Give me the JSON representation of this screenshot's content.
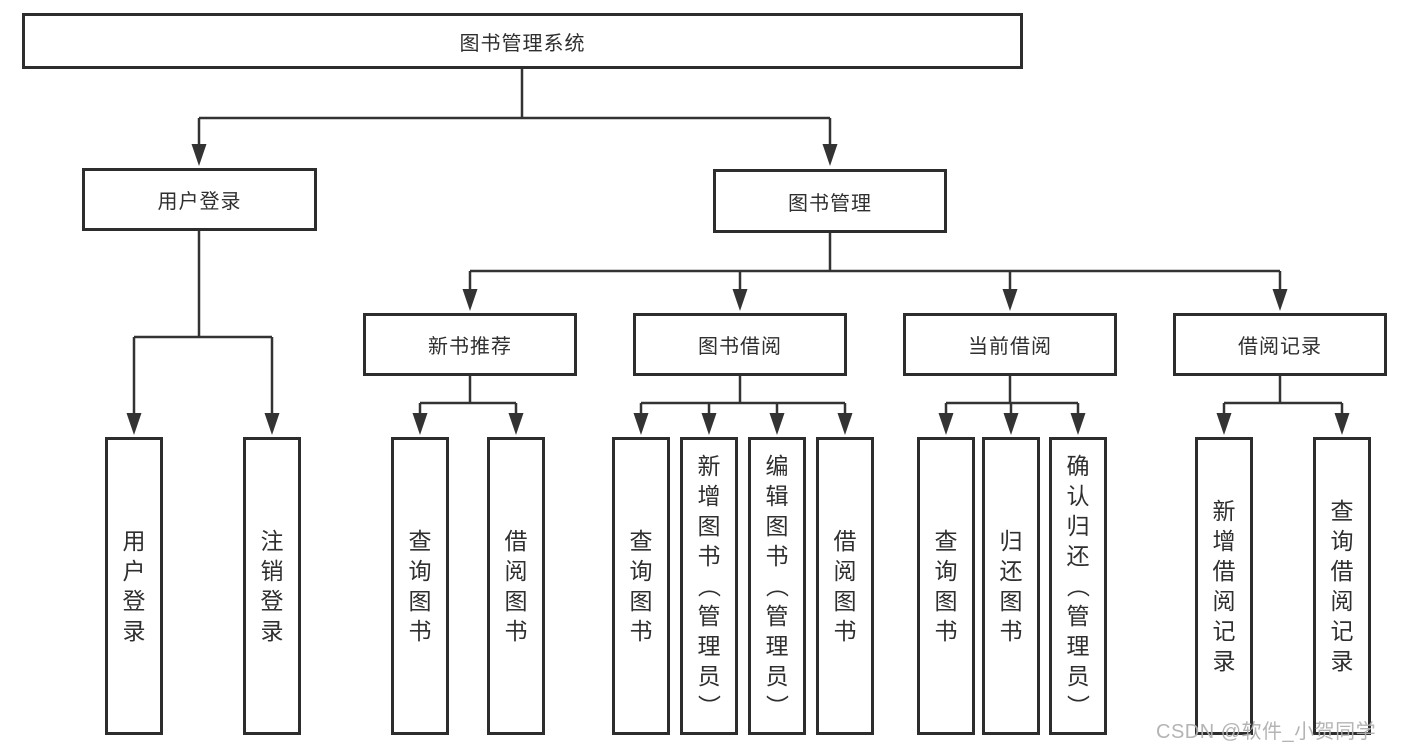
{
  "watermark": {
    "text": "CSDN @软件_小贺同学"
  },
  "colors": {
    "line": "#333333",
    "box_border": "#2d2d2d",
    "box_background": "#ffffff",
    "text": "#2f2f2f",
    "watermark": "#b0b0b0",
    "page_background": "#ffffff"
  },
  "tree": {
    "root": {
      "label": "图书管理系统",
      "children": [
        {
          "label": "用户登录",
          "children": [
            {
              "label": "用户登录"
            },
            {
              "label": "注销登录"
            }
          ]
        },
        {
          "label": "图书管理",
          "children": [
            {
              "label": "新书推荐",
              "children": [
                {
                  "label": "查询图书"
                },
                {
                  "label": "借阅图书"
                }
              ]
            },
            {
              "label": "图书借阅",
              "children": [
                {
                  "label": "查询图书"
                },
                {
                  "label": "新增图书（管理员）"
                },
                {
                  "label": "编辑图书（管理员）"
                },
                {
                  "label": "借阅图书"
                }
              ]
            },
            {
              "label": "当前借阅",
              "children": [
                {
                  "label": "查询图书"
                },
                {
                  "label": "归还图书"
                },
                {
                  "label": "确认归还（管理员）"
                }
              ]
            },
            {
              "label": "借阅记录",
              "children": [
                {
                  "label": "新增借阅记录"
                },
                {
                  "label": "查询借阅记录"
                }
              ]
            }
          ]
        }
      ]
    }
  }
}
